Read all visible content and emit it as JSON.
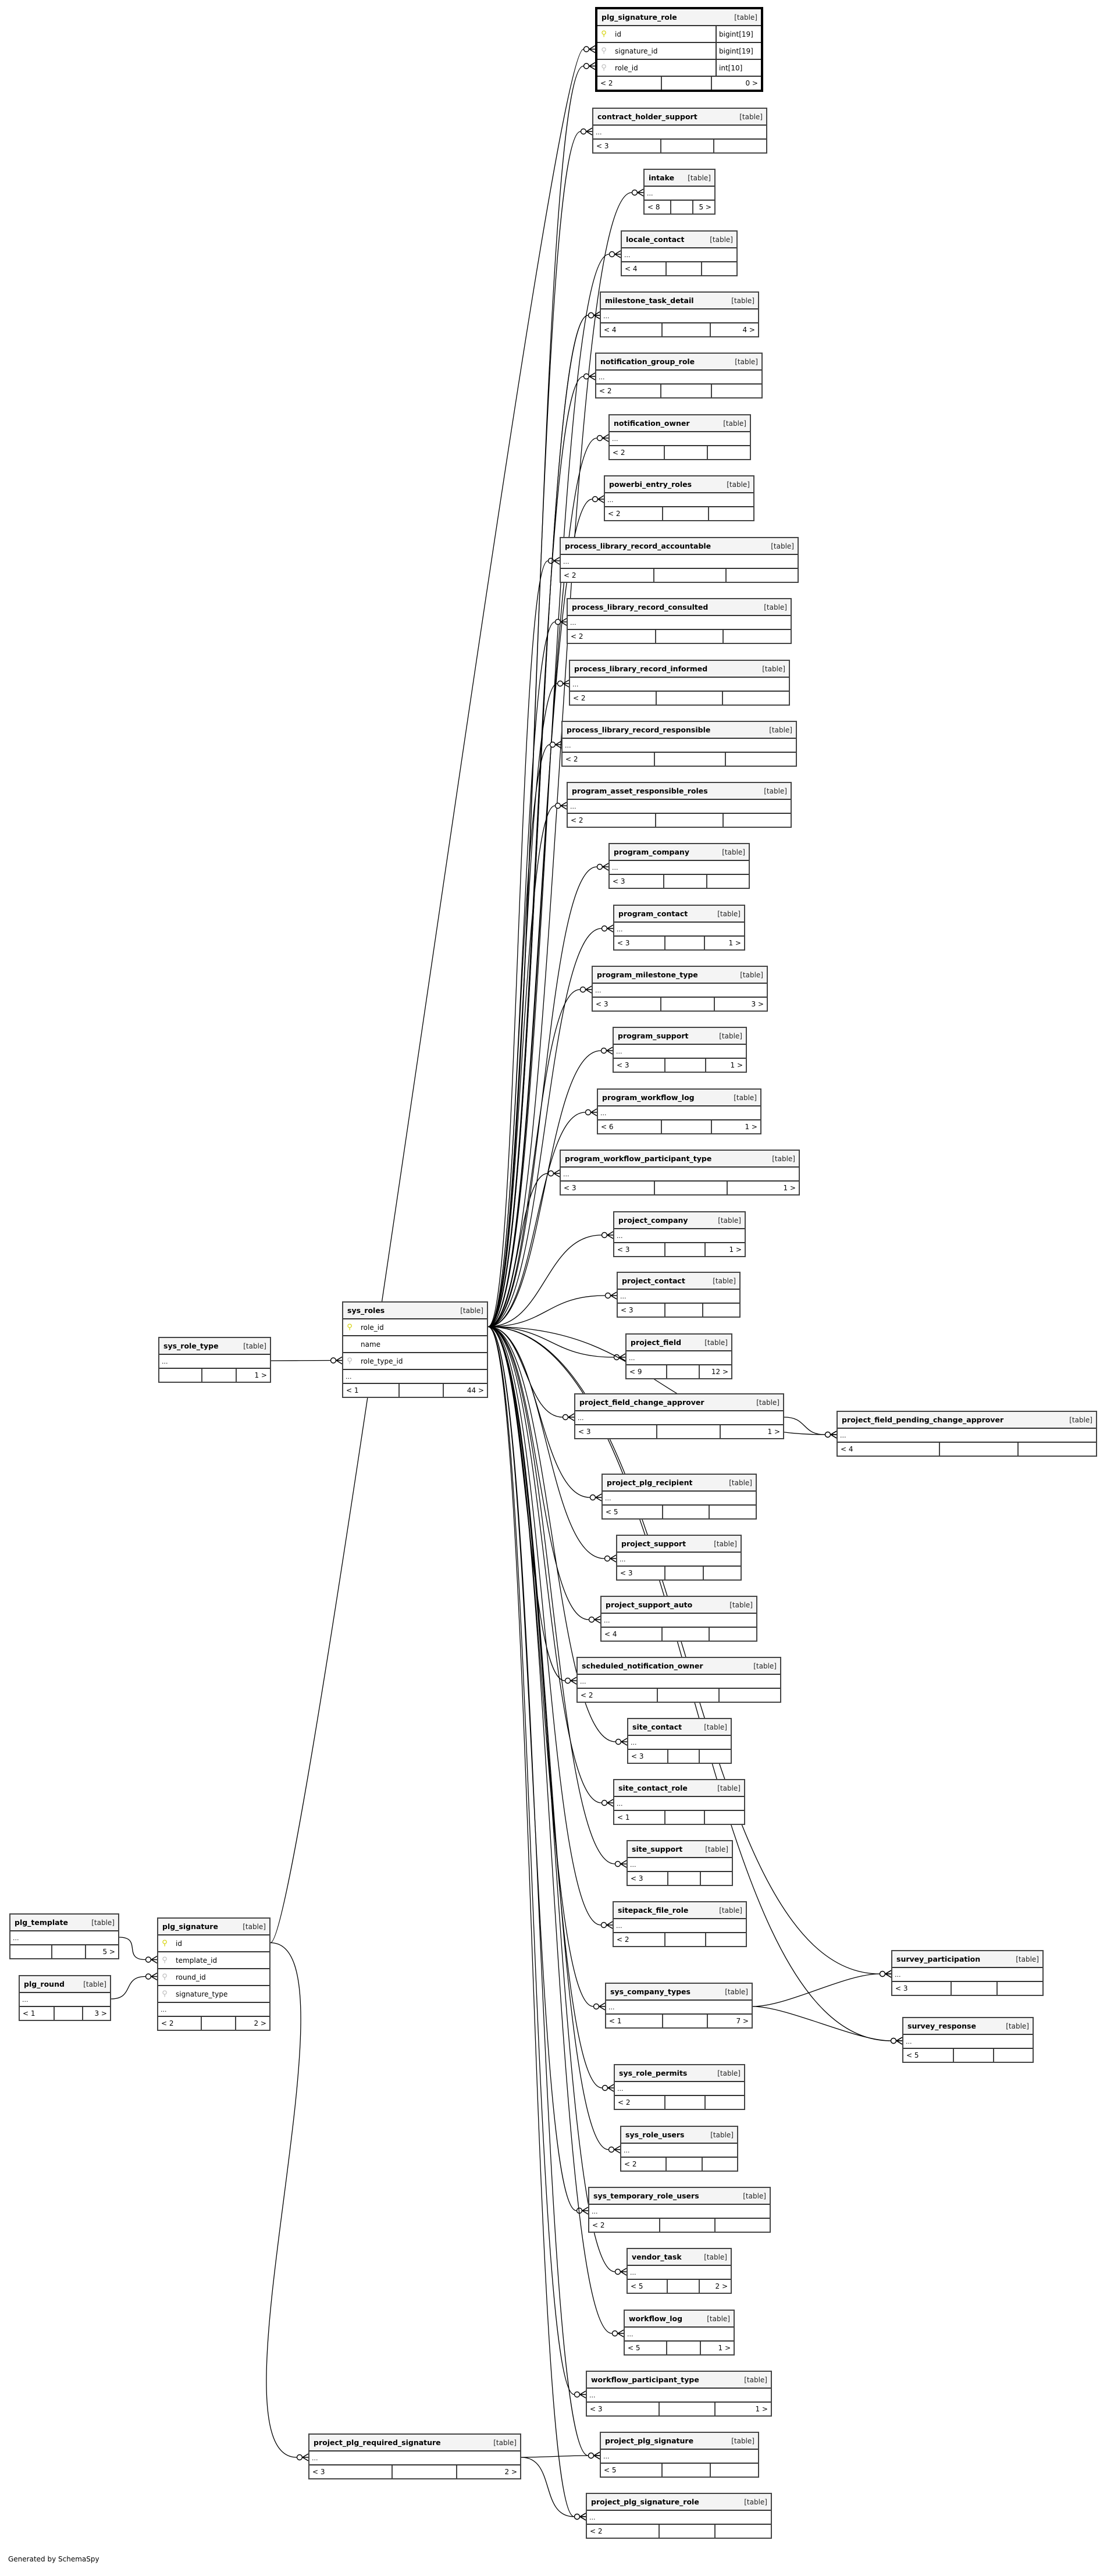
{
  "table_type_label": "[table]",
  "ellipsis": "...",
  "footer_text": "Generated by SchemaSpy",
  "colors": {
    "primary_key": "#d4d000",
    "foreign_key": "#bbbbbb",
    "header_bg": "#f4f4f4",
    "border": "#333333"
  },
  "tables": [
    {
      "name": "plg_signature_role",
      "columns": [
        {
          "name": "id",
          "key": "pk",
          "type": "bigint[19]"
        },
        {
          "name": "signature_id",
          "key": "fk",
          "type": "bigint[19]"
        },
        {
          "name": "role_id",
          "key": "fk",
          "type": "int[10]"
        }
      ],
      "show_dots": false,
      "parents": "< 2",
      "children": "0 >"
    },
    {
      "name": "contract_holder_support",
      "parents": "< 3",
      "children": ""
    },
    {
      "name": "intake",
      "parents": "< 8",
      "children": "5 >"
    },
    {
      "name": "locale_contact",
      "parents": "< 4",
      "children": ""
    },
    {
      "name": "milestone_task_detail",
      "parents": "< 4",
      "children": "4 >"
    },
    {
      "name": "notification_group_role",
      "parents": "< 2",
      "children": ""
    },
    {
      "name": "notification_owner",
      "parents": "< 2",
      "children": ""
    },
    {
      "name": "powerbi_entry_roles",
      "parents": "< 2",
      "children": ""
    },
    {
      "name": "process_library_record_accountable",
      "parents": "< 2",
      "children": ""
    },
    {
      "name": "process_library_record_consulted",
      "parents": "< 2",
      "children": ""
    },
    {
      "name": "process_library_record_informed",
      "parents": "< 2",
      "children": ""
    },
    {
      "name": "process_library_record_responsible",
      "parents": "< 2",
      "children": ""
    },
    {
      "name": "program_asset_responsible_roles",
      "parents": "< 2",
      "children": ""
    },
    {
      "name": "program_company",
      "parents": "< 3",
      "children": ""
    },
    {
      "name": "program_contact",
      "parents": "< 3",
      "children": "1 >"
    },
    {
      "name": "program_milestone_type",
      "parents": "< 3",
      "children": "3 >"
    },
    {
      "name": "program_support",
      "parents": "< 3",
      "children": "1 >"
    },
    {
      "name": "program_workflow_log",
      "parents": "< 6",
      "children": "1 >"
    },
    {
      "name": "program_workflow_participant_type",
      "parents": "< 3",
      "children": "1 >"
    },
    {
      "name": "project_company",
      "parents": "< 3",
      "children": "1 >"
    },
    {
      "name": "project_contact",
      "parents": "< 3",
      "children": ""
    },
    {
      "name": "project_field",
      "parents": "< 9",
      "children": "12 >"
    },
    {
      "name": "project_field_change_approver",
      "parents": "< 3",
      "children": "1 >"
    },
    {
      "name": "project_field_pending_change_approver",
      "parents": "< 4",
      "children": ""
    },
    {
      "name": "project_plg_recipient",
      "parents": "< 5",
      "children": ""
    },
    {
      "name": "project_support",
      "parents": "< 3",
      "children": ""
    },
    {
      "name": "project_support_auto",
      "parents": "< 4",
      "children": ""
    },
    {
      "name": "scheduled_notification_owner",
      "parents": "< 2",
      "children": ""
    },
    {
      "name": "site_contact",
      "parents": "< 3",
      "children": ""
    },
    {
      "name": "site_contact_role",
      "parents": "< 1",
      "children": ""
    },
    {
      "name": "site_support",
      "parents": "< 3",
      "children": ""
    },
    {
      "name": "sitepack_file_role",
      "parents": "< 2",
      "children": ""
    },
    {
      "name": "survey_participation",
      "parents": "< 3",
      "children": ""
    },
    {
      "name": "sys_company_types",
      "parents": "< 1",
      "children": "7 >"
    },
    {
      "name": "survey_response",
      "parents": "< 5",
      "children": ""
    },
    {
      "name": "sys_role_permits",
      "parents": "< 2",
      "children": ""
    },
    {
      "name": "sys_role_users",
      "parents": "< 2",
      "children": ""
    },
    {
      "name": "sys_temporary_role_users",
      "parents": "< 2",
      "children": ""
    },
    {
      "name": "vendor_task",
      "parents": "< 5",
      "children": "2 >"
    },
    {
      "name": "workflow_log",
      "parents": "< 5",
      "children": "1 >"
    },
    {
      "name": "workflow_participant_type",
      "parents": "< 3",
      "children": "1 >"
    },
    {
      "name": "project_plg_signature",
      "parents": "< 5",
      "children": ""
    },
    {
      "name": "project_plg_signature_role",
      "parents": "< 2",
      "children": ""
    },
    {
      "name": "sys_roles",
      "columns": [
        {
          "name": "role_id",
          "key": "pk"
        },
        {
          "name": "name",
          "key": ""
        },
        {
          "name": "role_type_id",
          "key": "fk"
        }
      ],
      "show_dots": true,
      "parents": "< 1",
      "children": "44 >"
    },
    {
      "name": "sys_role_type",
      "parents": "",
      "children": "1 >"
    },
    {
      "name": "plg_template",
      "parents": "",
      "children": "5 >"
    },
    {
      "name": "plg_round",
      "parents": "< 1",
      "children": "3 >"
    },
    {
      "name": "plg_signature",
      "columns": [
        {
          "name": "id",
          "key": "pk"
        },
        {
          "name": "template_id",
          "key": "fk"
        },
        {
          "name": "round_id",
          "key": "fk"
        },
        {
          "name": "signature_type",
          "key": "fk"
        }
      ],
      "show_dots": true,
      "parents": "< 2",
      "children": "2 >"
    },
    {
      "name": "project_plg_required_signature",
      "parents": "< 3",
      "children": "2 >"
    }
  ]
}
